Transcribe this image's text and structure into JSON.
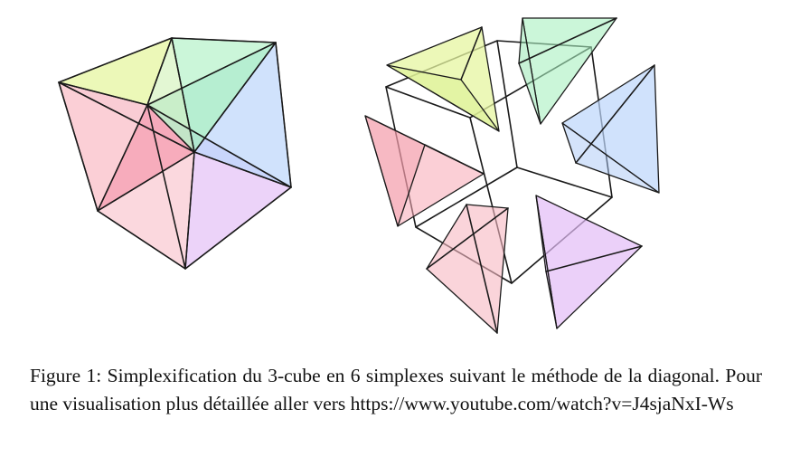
{
  "figure": {
    "caption": {
      "label": "Figure 1:",
      "text": "Simplexification du 3-cube en 6 simplexes suivant le méthode de la diagonal.",
      "link_text": "Pour une visualisation plus détaillée aller vers https://www.youtube.com/watch?v=J4sjaNxI-Ws"
    },
    "colors": {
      "yellow": "#e6f5a0",
      "green": "#a8f0c0",
      "blue": "#bcd6fb",
      "red": "#f7a8b4",
      "pink": "#f7b8c2",
      "purple": "#e2bcf6",
      "edge": "#1a1a1a"
    },
    "simplexes": [
      "yellow",
      "green",
      "blue",
      "red",
      "pink",
      "purple"
    ]
  }
}
